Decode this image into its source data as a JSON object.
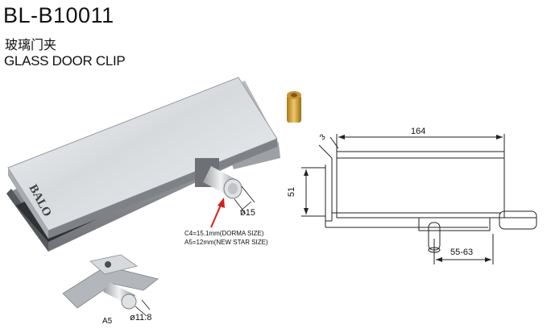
{
  "header": {
    "model": "BL-B10011",
    "title_cn": "玻璃门夹",
    "title_en": "GLASS DOOR CLIP"
  },
  "product_photo": {
    "brand_engraving": "BALO",
    "dim_pin_diameter": "ø15",
    "note_c4": "C4=15.1mm(DORMA SIZE)",
    "note_a5": "A5=12mm(NEW STAR SIZE)"
  },
  "accessory_photo": {
    "part_label": "A5",
    "dim_diameter": "ø11.8"
  },
  "drawing": {
    "dim_length": "164",
    "dim_height": "51",
    "dim_small": "3",
    "dim_offset": "55-63"
  },
  "colors": {
    "steel": "#c9ccd0",
    "brass": "#d9a640",
    "arrow": "#d4201c"
  }
}
